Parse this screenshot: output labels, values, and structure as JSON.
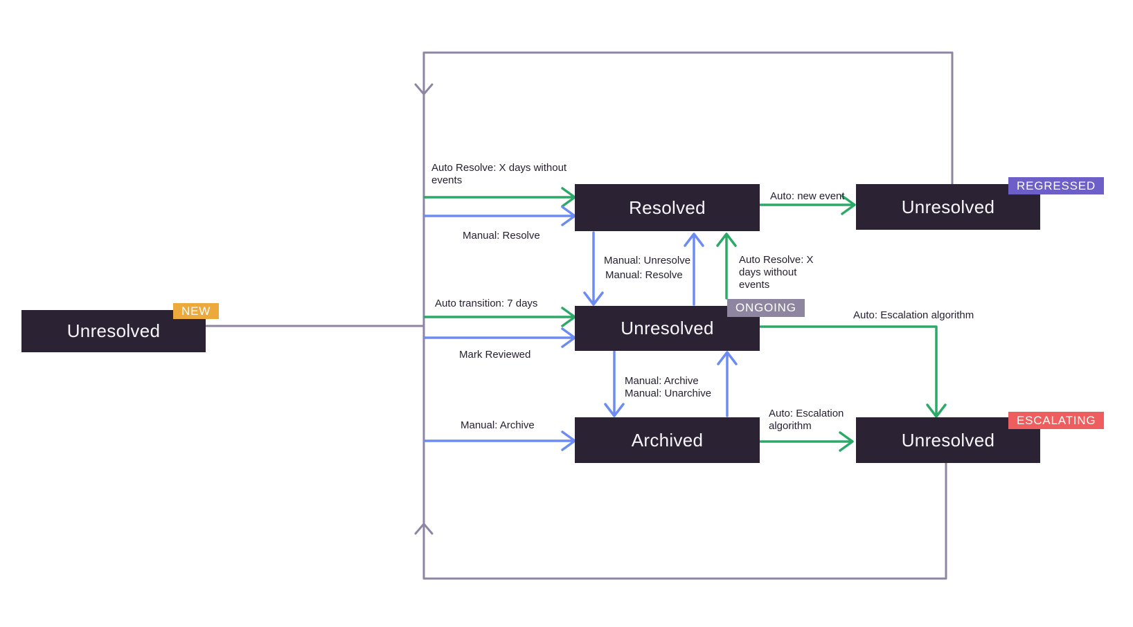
{
  "diagram": {
    "type": "issue-state-diagram",
    "states": {
      "new": {
        "label": "Unresolved",
        "badge": "NEW"
      },
      "resolved": {
        "label": "Resolved"
      },
      "regressed": {
        "label": "Unresolved",
        "badge": "REGRESSED"
      },
      "ongoing": {
        "label": "Unresolved",
        "badge": "ONGOING"
      },
      "archived": {
        "label": "Archived"
      },
      "escalating": {
        "label": "Unresolved",
        "badge": "ESCALATING"
      }
    },
    "edges": {
      "auto_resolve_to_resolved": "Auto Resolve: X days without events",
      "manual_resolve_to_resolved": "Manual: Resolve",
      "auto_new_event": "Auto: new event",
      "manual_unresolve": "Manual: Unresolve",
      "manual_resolve_mid": "Manual: Resolve",
      "auto_resolve_from_ongoing": "Auto Resolve: X days without events",
      "auto_transition": "Auto transition: 7 days",
      "mark_reviewed": "Mark Reviewed",
      "auto_escalation_from_ongoing": "Auto: Escalation algorithm",
      "manual_archive_mid": "Manual: Archive",
      "manual_unarchive_mid": "Manual: Unarchive",
      "manual_archive_bottom": "Manual: Archive",
      "auto_escalation_from_archived": "Auto: Escalation algorithm"
    },
    "colors": {
      "background": "#FFFFFF",
      "state_box": "#2B2233",
      "state_text": "#F7F6FB",
      "auto_transition_green": "#2BAA67",
      "manual_transition_blue": "#6C8BF3",
      "loop_purple": "#8E85A3",
      "badge_new": "#ECA93C",
      "badge_regressed": "#6C5FC7",
      "badge_ongoing": "#8E86A0",
      "badge_escalating": "#EE5E5E",
      "label_text": "#241E2E"
    }
  }
}
